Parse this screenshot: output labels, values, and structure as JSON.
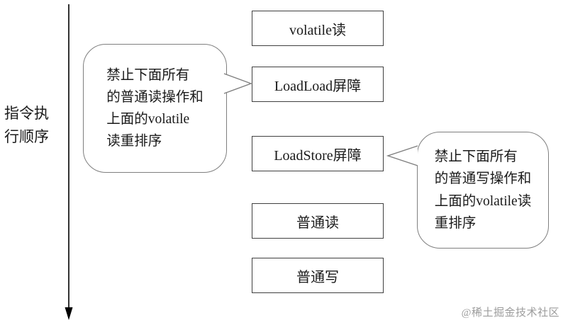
{
  "axis": {
    "label": "指令执\n行顺序"
  },
  "boxes": [
    {
      "label": "volatile读"
    },
    {
      "label": "LoadLoad屏障"
    },
    {
      "label": "LoadStore屏障"
    },
    {
      "label": "普通读"
    },
    {
      "label": "普通写"
    }
  ],
  "callouts": {
    "left": {
      "text": "禁止下面所有\n的普通读操作和\n上面的volatile\n读重排序"
    },
    "right": {
      "text": "禁止下面所有\n的普通写操作和\n上面的volatile读\n重排序"
    }
  },
  "watermark": "@稀土掘金技术社区",
  "colors": {
    "node_border": "#404040",
    "bubble_border": "#7f7f7f",
    "arrow": "#000000",
    "text": "#1a1a1a",
    "watermark": "#9b9b9b"
  }
}
